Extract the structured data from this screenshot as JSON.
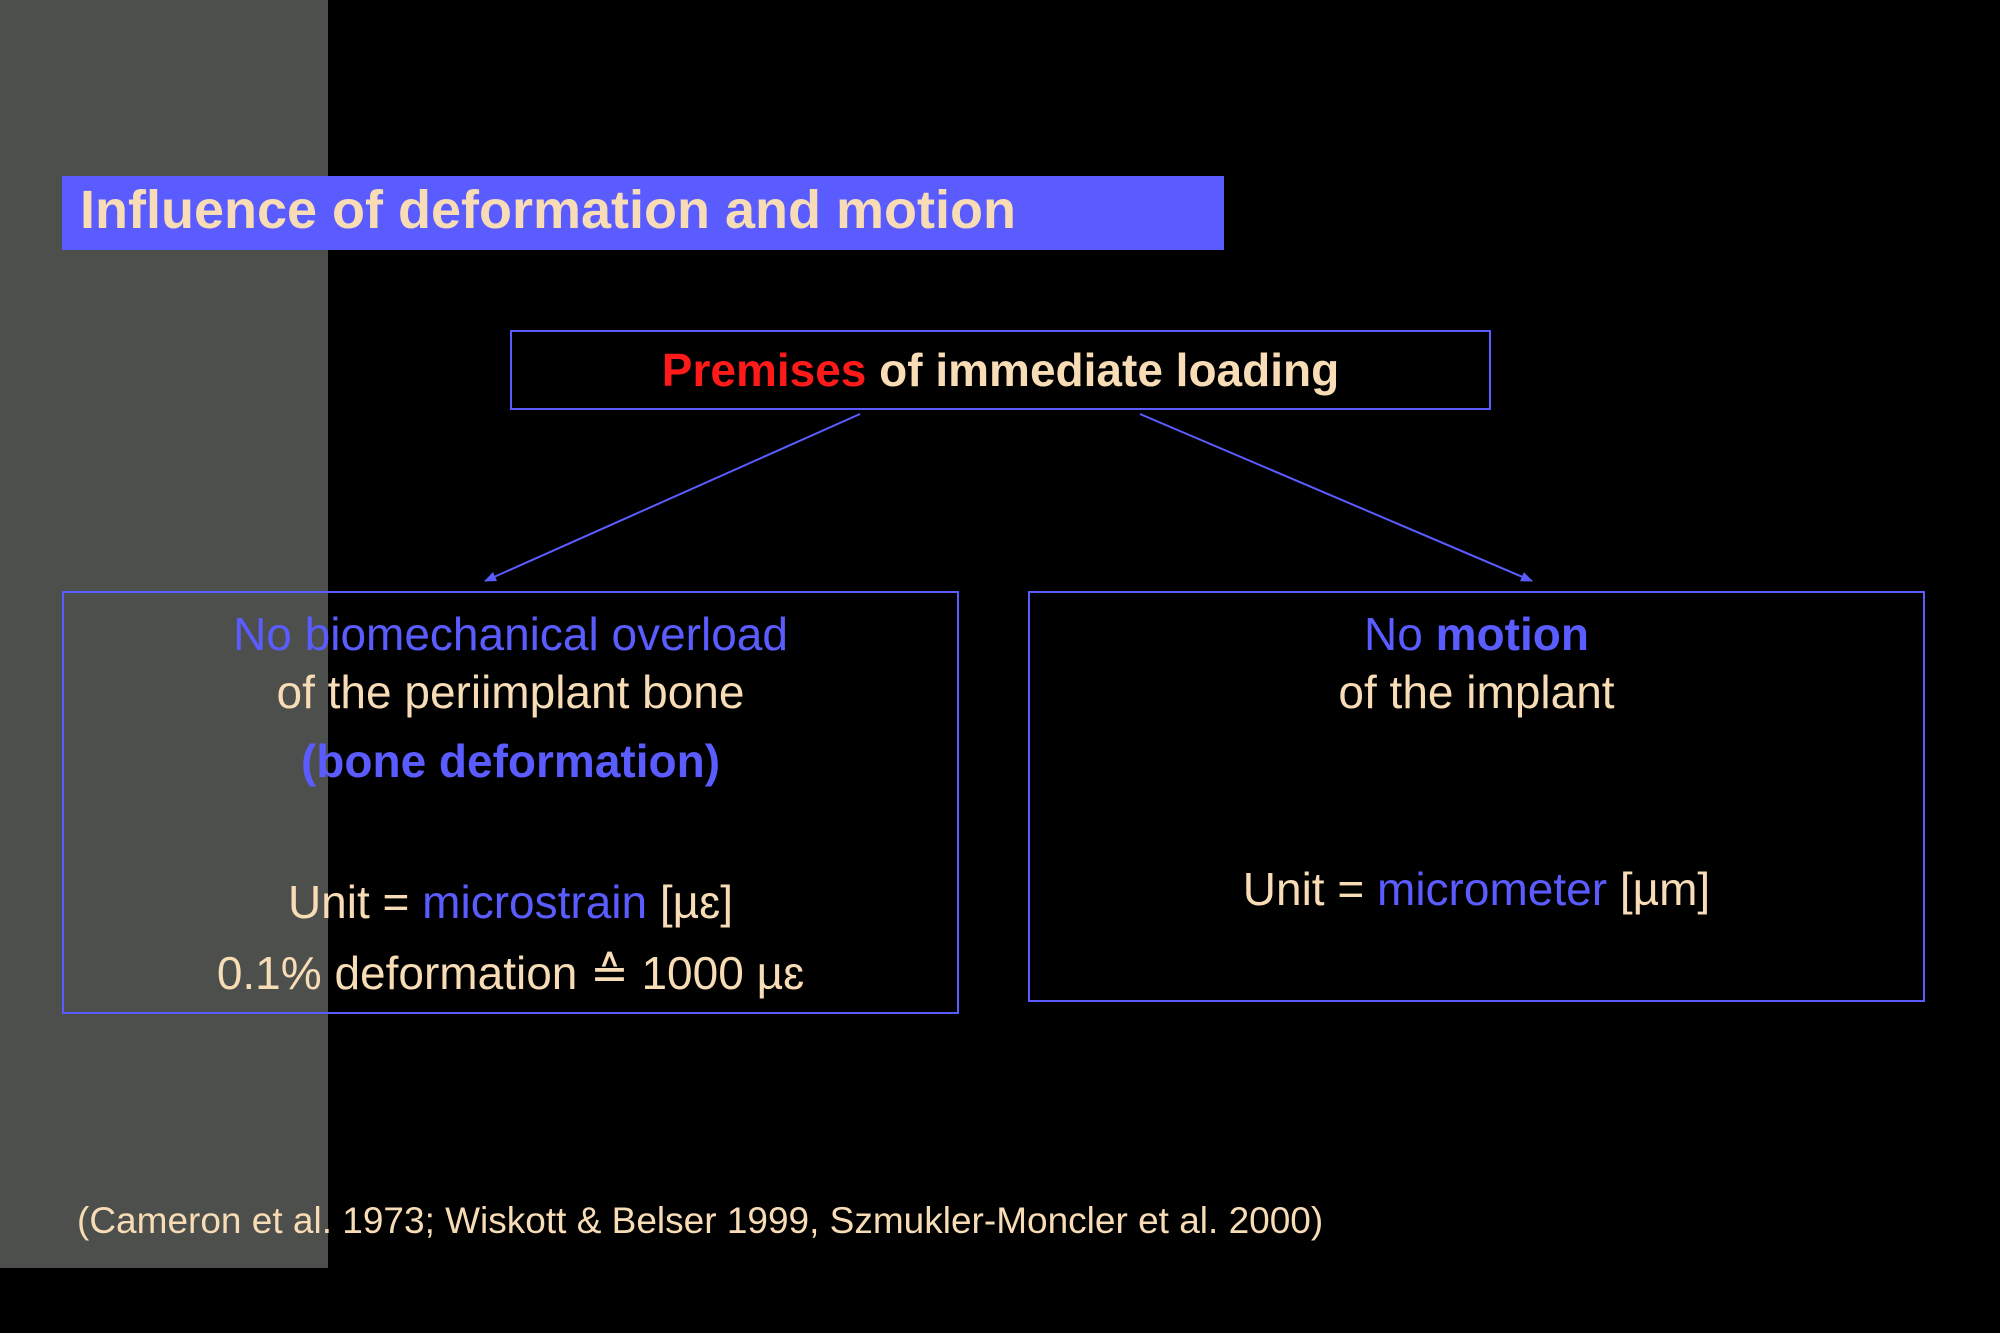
{
  "title": "Influence of deformation and motion",
  "premises": {
    "highlight": "Premises",
    "rest": " of immediate loading"
  },
  "left_box": {
    "line1": "No biomechanical overload",
    "line2": "of the  periimplant bone",
    "line3": "(bone deformation)",
    "unit_prefix": "Unit = ",
    "unit_name": "microstrain",
    "unit_symbol": " [µɛ]",
    "conversion": "0.1% deformation ≙ 1000 µɛ"
  },
  "right_box": {
    "line1_prefix": "No ",
    "line1_bold": "motion",
    "line2": "of the implant",
    "unit_prefix": "Unit = ",
    "unit_name": "micrometer",
    "unit_symbol": " [µm]"
  },
  "citation": "(Cameron et al. 1973; Wiskott & Belser 1999, Szmukler-Moncler et al. 2000)",
  "colors": {
    "accent_blue": "#5a5cff",
    "highlight_red": "#ff1a1a",
    "text_cream": "#f7dcb6",
    "side_panel_gray": "#4c4f4b",
    "background": "#000000"
  }
}
